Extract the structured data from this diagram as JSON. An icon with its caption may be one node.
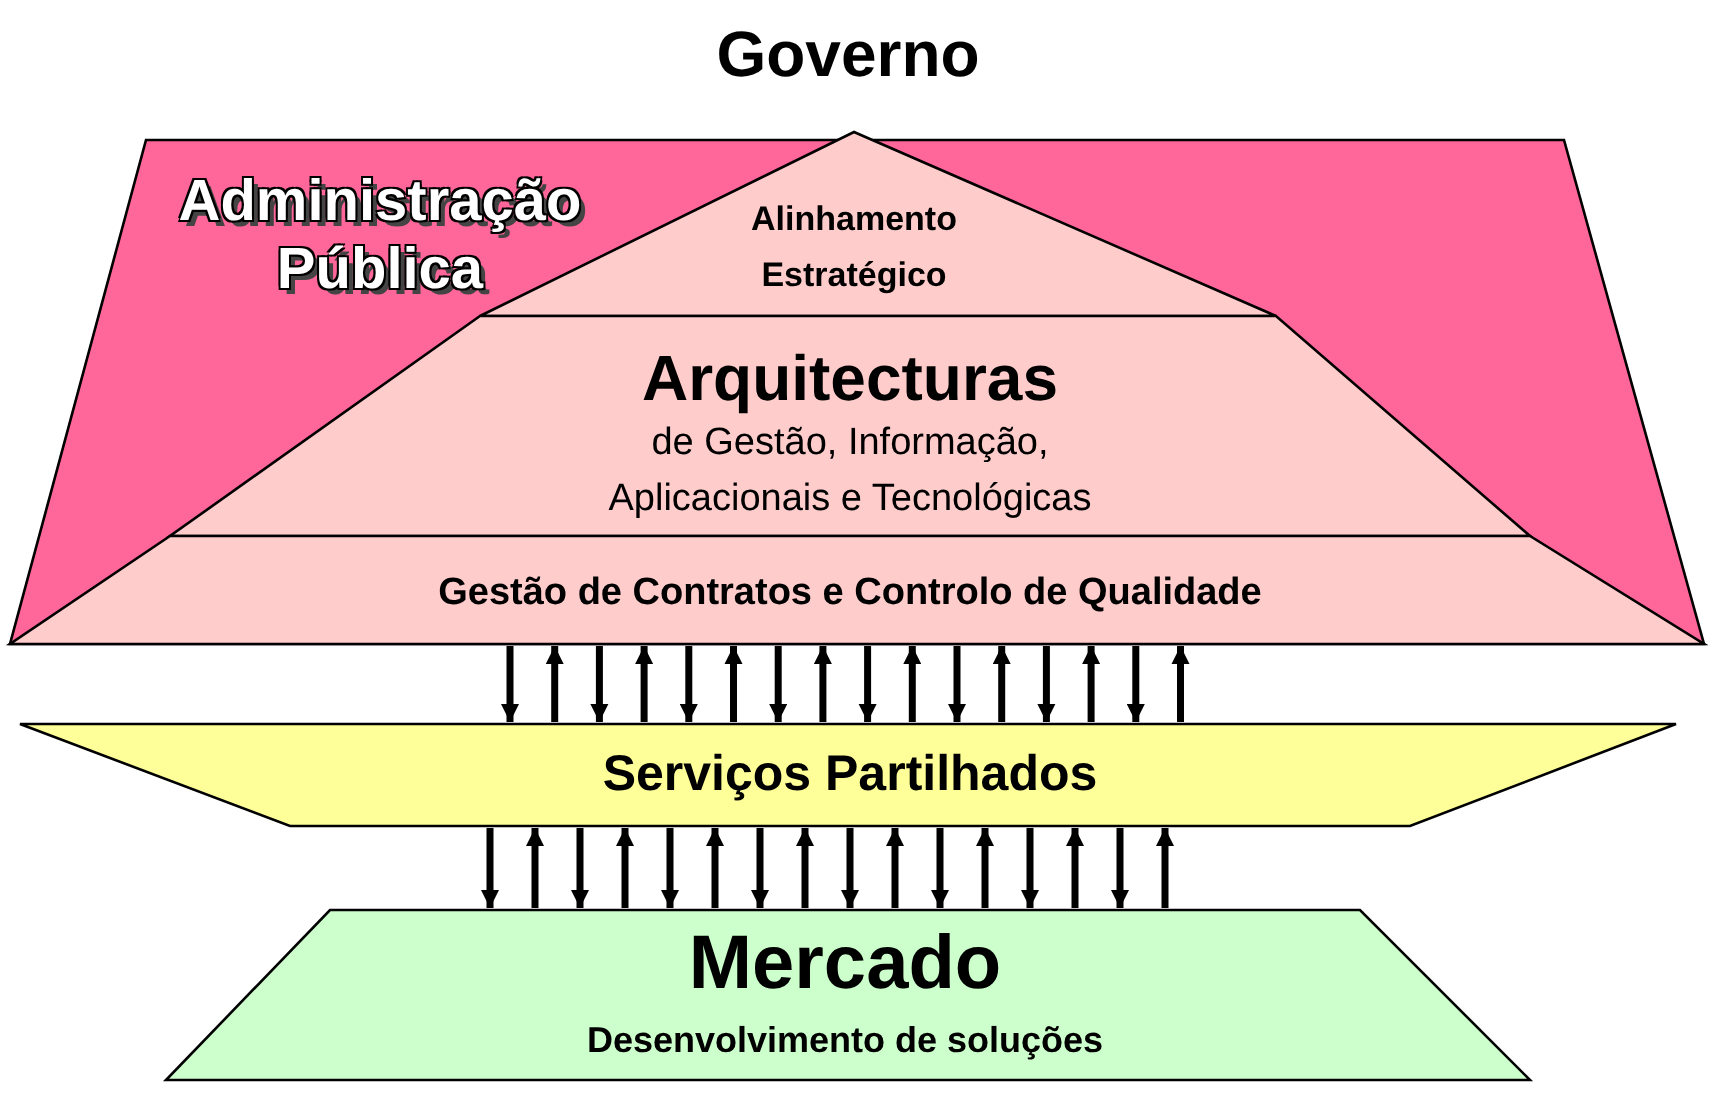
{
  "diagram": {
    "title": "Governo",
    "nodes": [
      {
        "text": [
          "Administração Pública"
        ]
      },
      {
        "text": [
          "Alinhamento Estratégico"
        ],
        "in": 0
      },
      {
        "text": [
          "Arquitecturas",
          "de Gestão, Informação, Aplicacionais e Tecnológicas"
        ],
        "in": 0
      },
      {
        "text": [
          "Gestão de Contratos e Controlo de Qualidade"
        ],
        "in": 0
      },
      {
        "text": [
          "Serviços Partilhados"
        ]
      },
      {
        "text": [
          "Mercado",
          "Desenvolvimento de soluções"
        ]
      }
    ],
    "edges": [
      {
        "from": 3,
        "to": 4,
        "arrow": "to"
      },
      {
        "from": 4,
        "to": 3,
        "arrow": "to"
      },
      {
        "from": 3,
        "to": 4,
        "arrow": "to"
      },
      {
        "from": 4,
        "to": 3,
        "arrow": "to"
      },
      {
        "from": 3,
        "to": 4,
        "arrow": "to"
      },
      {
        "from": 4,
        "to": 3,
        "arrow": "to"
      },
      {
        "from": 3,
        "to": 4,
        "arrow": "to"
      },
      {
        "from": 4,
        "to": 3,
        "arrow": "to"
      },
      {
        "from": 3,
        "to": 4,
        "arrow": "to"
      },
      {
        "from": 4,
        "to": 3,
        "arrow": "to"
      },
      {
        "from": 3,
        "to": 4,
        "arrow": "to"
      },
      {
        "from": 4,
        "to": 3,
        "arrow": "to"
      },
      {
        "from": 3,
        "to": 4,
        "arrow": "to"
      },
      {
        "from": 4,
        "to": 3,
        "arrow": "to"
      },
      {
        "from": 3,
        "to": 4,
        "arrow": "to"
      },
      {
        "from": 4,
        "to": 3,
        "arrow": "to"
      },
      {
        "from": 4,
        "to": 5,
        "arrow": "to"
      },
      {
        "from": 5,
        "to": 4,
        "arrow": "to"
      },
      {
        "from": 4,
        "to": 5,
        "arrow": "to"
      },
      {
        "from": 5,
        "to": 4,
        "arrow": "to"
      },
      {
        "from": 4,
        "to": 5,
        "arrow": "to"
      },
      {
        "from": 5,
        "to": 4,
        "arrow": "to"
      },
      {
        "from": 4,
        "to": 5,
        "arrow": "to"
      },
      {
        "from": 5,
        "to": 4,
        "arrow": "to"
      },
      {
        "from": 4,
        "to": 5,
        "arrow": "to"
      },
      {
        "from": 5,
        "to": 4,
        "arrow": "to"
      },
      {
        "from": 4,
        "to": 5,
        "arrow": "to"
      },
      {
        "from": 5,
        "to": 4,
        "arrow": "to"
      },
      {
        "from": 4,
        "to": 5,
        "arrow": "to"
      },
      {
        "from": 5,
        "to": 4,
        "arrow": "to"
      },
      {
        "from": 4,
        "to": 5,
        "arrow": "to"
      },
      {
        "from": 5,
        "to": 4,
        "arrow": "to"
      }
    ]
  }
}
